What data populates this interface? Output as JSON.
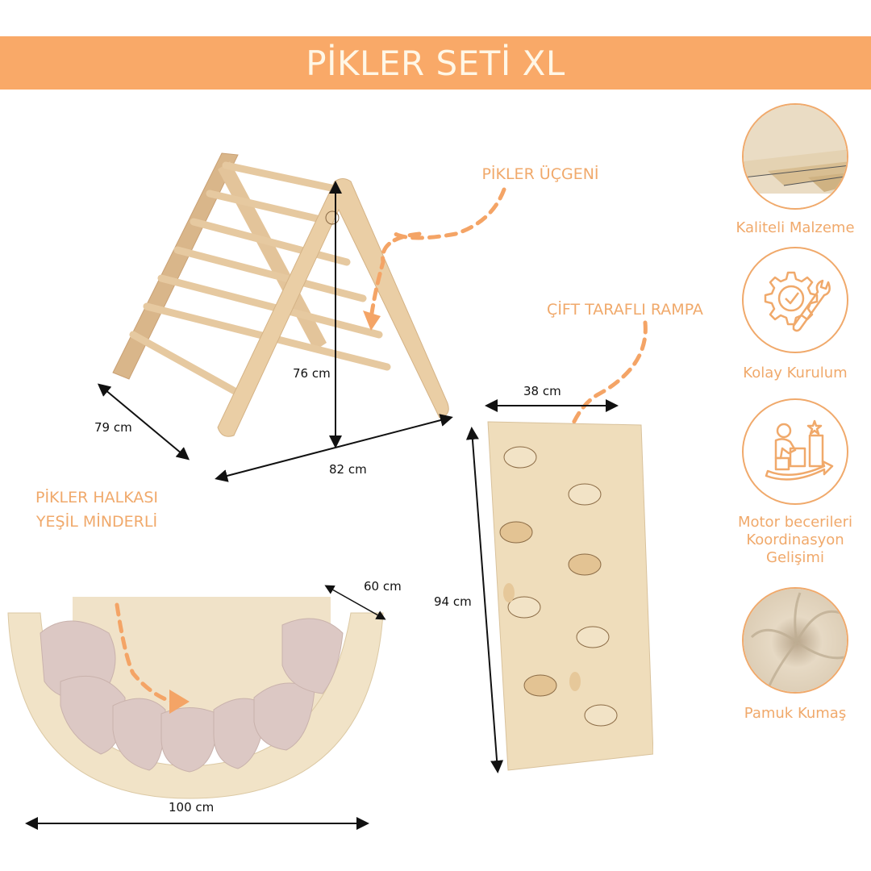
{
  "banner": {
    "title": "PİKLER SETİ XL",
    "color": "#F9A968"
  },
  "products": {
    "triangle": {
      "label": "PİKLER ÜÇGENİ",
      "dims": {
        "depth": "79 cm",
        "width": "82 cm",
        "height": "76 cm"
      }
    },
    "ramp": {
      "label": "ÇİFT TARAFLI RAMPA",
      "dims": {
        "width": "38 cm",
        "length": "94 cm"
      }
    },
    "arch": {
      "label_line1": "PİKLER HALKASI",
      "label_line2": "YEŞİL MİNDERLİ",
      "dims": {
        "depth": "60 cm",
        "width": "100 cm"
      }
    }
  },
  "features": [
    {
      "label": "Kaliteli Malzeme",
      "icon": "plywood-sheets-icon"
    },
    {
      "label": "Kolay Kurulum",
      "icon": "gear-wrench-icon"
    },
    {
      "label_lines": [
        "Motor becerileri",
        "Koordinasyon",
        "Gelişimi"
      ],
      "icon": "child-climbing-steps-icon"
    },
    {
      "label": "Pamuk Kumaş",
      "icon": "cotton-fabric-icon"
    }
  ],
  "colors": {
    "accent": "#F0A96B",
    "wood": "#E8CFA6",
    "cushion": "#D9C6C2"
  }
}
